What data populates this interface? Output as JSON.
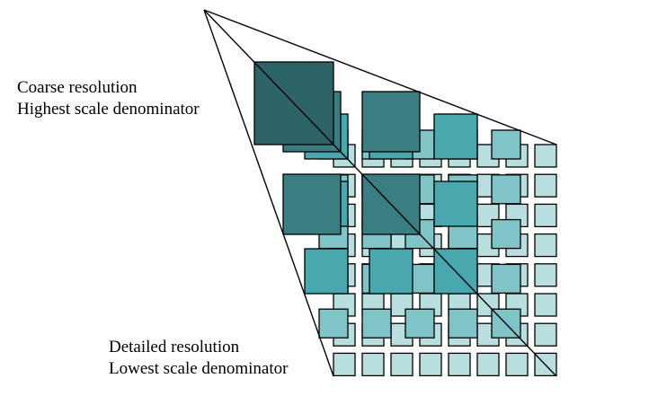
{
  "labels": {
    "coarse": {
      "line1": "Coarse resolution",
      "line2": "Highest scale denominator"
    },
    "detailed": {
      "line1": "Detailed resolution",
      "line2": "Lowest scale denominator"
    }
  },
  "pyramid": {
    "levels": [
      {
        "name": "level-0",
        "grid": "1x1",
        "color": "#2E6468"
      },
      {
        "name": "level-1",
        "grid": "2x2",
        "color": "#3A7E82"
      },
      {
        "name": "level-2",
        "grid": "3x3",
        "color": "#48A8AE"
      },
      {
        "name": "level-3",
        "grid": "5x5",
        "color": "#80C4C8"
      },
      {
        "name": "level-4",
        "grid": "8x8",
        "color": "#B8DEE0"
      }
    ],
    "outline_color": "#000000"
  }
}
